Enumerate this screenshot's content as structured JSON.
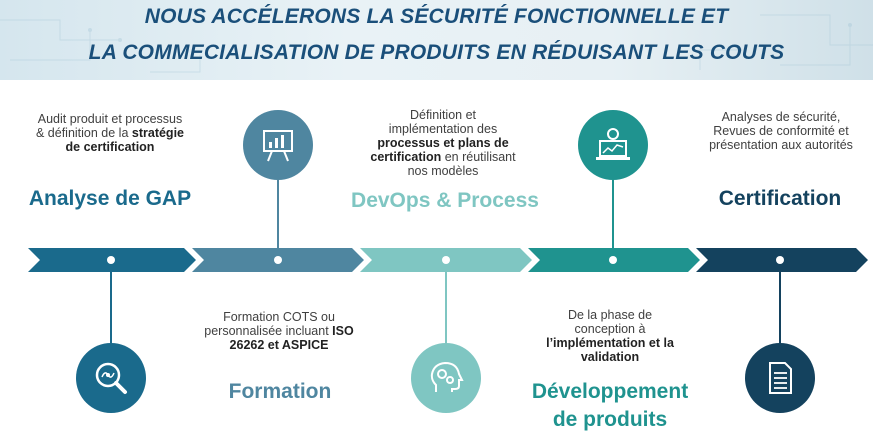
{
  "banner": {
    "line1": "NOUS ACCÉLERONS LA SÉCURITÉ FONCTIONNELLE ET",
    "line2": "LA COMMECIALISATION  DE PRODUITS EN RÉDUISANT LES COUTS"
  },
  "steps": [
    {
      "title": "Analyse de GAP",
      "desc_parts": [
        "Audit produit et processus & définition de la ",
        "stratégie de certification"
      ],
      "color": "#1a6a8c",
      "icon": "magnifier-icon"
    },
    {
      "title": "Formation",
      "desc_parts": [
        "Formation COTS ou personnalisée incluant ",
        "ISO 26262 et ASPICE"
      ],
      "color": "#4f86a0",
      "icon": "presentation-board-icon"
    },
    {
      "title": "DevOps & Process",
      "desc_parts": [
        "Définition et implémentation des ",
        "processus et plans de certification",
        " en réutilisant nos modèles"
      ],
      "color": "#7fc6c2",
      "icon": "head-gears-icon"
    },
    {
      "title": "Développement de produits",
      "title_line1": "Développement",
      "title_line2": "de produits",
      "desc_parts": [
        "De la phase de conception à ",
        "l’implémentation et la validation"
      ],
      "color": "#1f938f",
      "icon": "laptop-chart-icon"
    },
    {
      "title": "Certification",
      "desc_parts": [
        "Analyses de sécurité, Revues de conformité et présentation aux autorités"
      ],
      "color": "#14425e",
      "icon": "document-icon"
    }
  ]
}
